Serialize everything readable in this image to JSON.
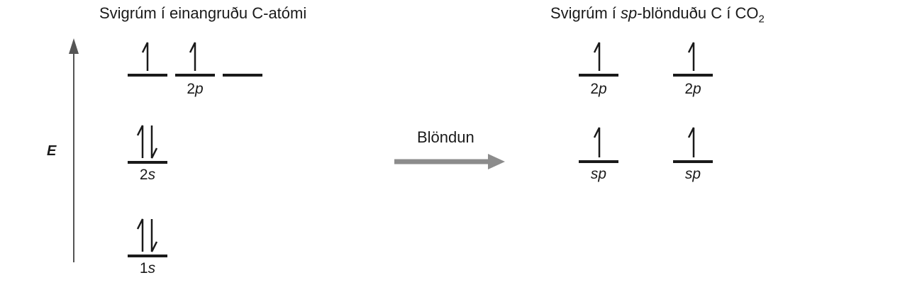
{
  "titles": {
    "left": "Svigrúm í einangruðu C-atómi",
    "right_prefix": "Svigrúm í ",
    "right_sp": "sp",
    "right_middle": "-blönduðu C í CO",
    "right_subscript": "2"
  },
  "axis": {
    "label": "E"
  },
  "process": {
    "label": "Blöndun"
  },
  "left_orbitals": {
    "p": {
      "num": "2",
      "letter": "p",
      "electrons": [
        1,
        1,
        0
      ]
    },
    "s2": {
      "num": "2",
      "letter": "s",
      "electrons": 2
    },
    "s1": {
      "num": "1",
      "letter": "s",
      "electrons": 2
    }
  },
  "right_orbitals": {
    "p_left": {
      "num": "2",
      "letter": "p",
      "electrons": 1
    },
    "p_right": {
      "num": "2",
      "letter": "p",
      "electrons": 1
    },
    "sp_left": {
      "label": "sp",
      "electrons": 1
    },
    "sp_right": {
      "label": "sp",
      "electrons": 1
    }
  },
  "colors": {
    "line": "#1a1a1a",
    "axis": "#555555",
    "process_arrow": "#8c8c8c"
  }
}
